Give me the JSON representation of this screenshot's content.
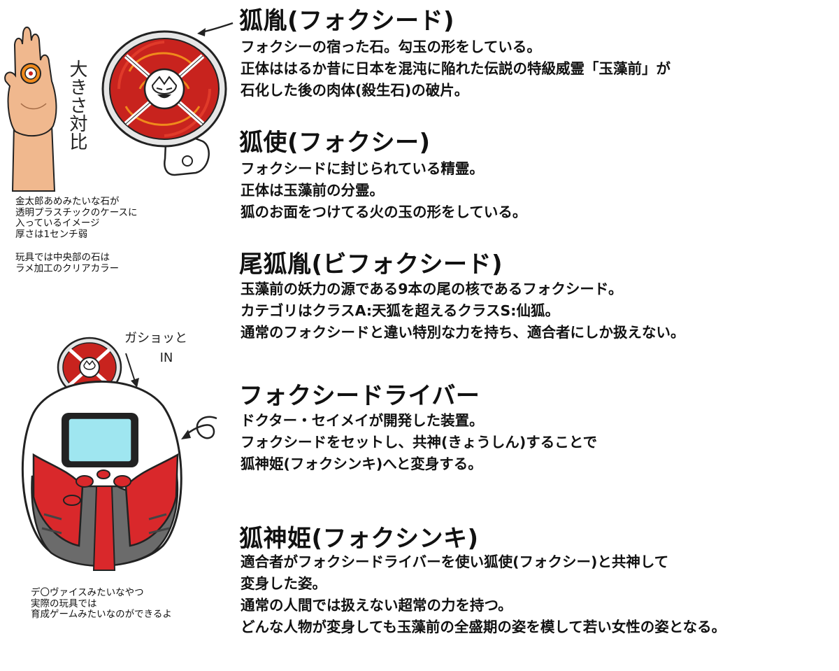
{
  "sections": [
    {
      "title": "狐胤(フォクシード)",
      "lines": [
        "フォクシーの宿った石。勾玉の形をしている。",
        "正体ははるか昔に日本を混沌に陥れた伝説の特級威霊「玉藻前」が",
        "石化した後の肉体(殺生石)の破片。"
      ]
    },
    {
      "title": "狐使(フォクシー)",
      "lines": [
        "フォクシードに封じられている精霊。",
        "正体は玉藻前の分霊。",
        "狐のお面をつけてる火の玉の形をしている。"
      ]
    },
    {
      "title": "尾狐胤(ビフォクシード)",
      "lines": [
        "玉藻前の妖力の源である9本の尾の核であるフォクシード。",
        "カテゴリはクラスA:天狐を超えるクラスS:仙狐。",
        "通常のフォクシードと違い特別な力を持ち、適合者にしか扱えない。"
      ]
    },
    {
      "title": "フォクシードライバー",
      "lines": [
        "ドクター・セイメイが開発した装置。",
        "フォクシードをセットし、共神(きょうしん)することで",
        "狐神姫(フォクシンキ)へと変身する。"
      ]
    },
    {
      "title": "狐神姫(フォクシンキ)",
      "lines": [
        "適合者がフォクシードライバーを使い狐使(フォクシー)と共神して",
        "変身した姿。",
        "通常の人間では扱えない超常の力を持つ。",
        "どんな人物が変身しても玉藻前の全盛期の姿を模して若い女性の姿となる。"
      ]
    }
  ],
  "notes": {
    "stone": {
      "lines": [
        "金太郎あめみたいな石が",
        "透明プラスチックのケースに",
        "入っているイメージ",
        "厚さは1センチ弱"
      ]
    },
    "toy": {
      "lines": [
        "玩具では中央部の石は",
        "ラメ加工のクリアカラー"
      ]
    },
    "device": {
      "lines": [
        "デ〇ヴァイスみたいなやつ",
        "実際の玩具では",
        "育成ゲームみたいなのができるよ"
      ]
    }
  },
  "handwriting": {
    "size_compare": "大きさ対比",
    "insert_word": "ガショッと",
    "insert_in": "IN"
  },
  "illustrations": {
    "hand": "hand-holding-stone-illustration",
    "stone_case": "foxseed-case-illustration",
    "driver": "foxseed-driver-illustration"
  },
  "colors": {
    "stone_red": "#c8231e",
    "stone_orange": "#f08a1c",
    "skin": "#f0b88e",
    "device_red": "#d9282b",
    "device_gray": "#6b6b6b",
    "screen": "#9fe6f0"
  }
}
